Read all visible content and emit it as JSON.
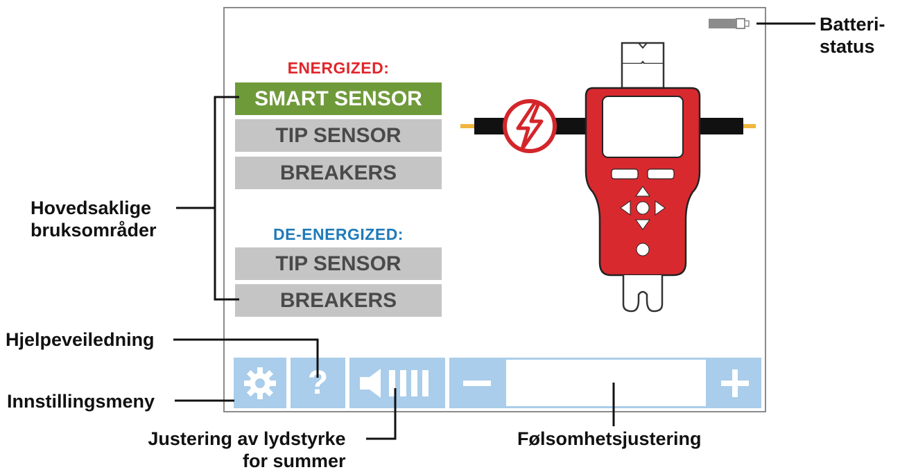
{
  "energized": {
    "title": "ENERGIZED:",
    "title_color": "#e0262b",
    "buttons": [
      "SMART SENSOR",
      "TIP SENSOR",
      "BREAKERS"
    ],
    "active_index": 0
  },
  "deenergized": {
    "title": "DE-ENERGIZED:",
    "title_color": "#1f7ab8",
    "buttons": [
      "TIP SENSOR",
      "BREAKERS"
    ]
  },
  "bottom_bar": {
    "settings_icon": "gear-icon",
    "help_icon": "question-mark-icon",
    "volume_icon": "speaker-volume-icon",
    "minus_icon": "minus-icon",
    "plus_icon": "plus-icon",
    "accent_color": "#a9cdea"
  },
  "battery_icon": "battery-icon",
  "annotations": {
    "battery_line1": "Batteri-",
    "battery_line2": "status",
    "main_areas_line1": "Hovedsaklige",
    "main_areas_line2": "bruksområder",
    "help": "Hjelpeveiledning",
    "settings": "Innstillingsmeny",
    "volume_line1": "Justering av lydstyrke",
    "volume_line2": "for summer",
    "sensitivity": "Følsomhetsjustering"
  },
  "device_illustration": "handheld-tester-device-icon",
  "hazard_icon": "high-voltage-icon"
}
